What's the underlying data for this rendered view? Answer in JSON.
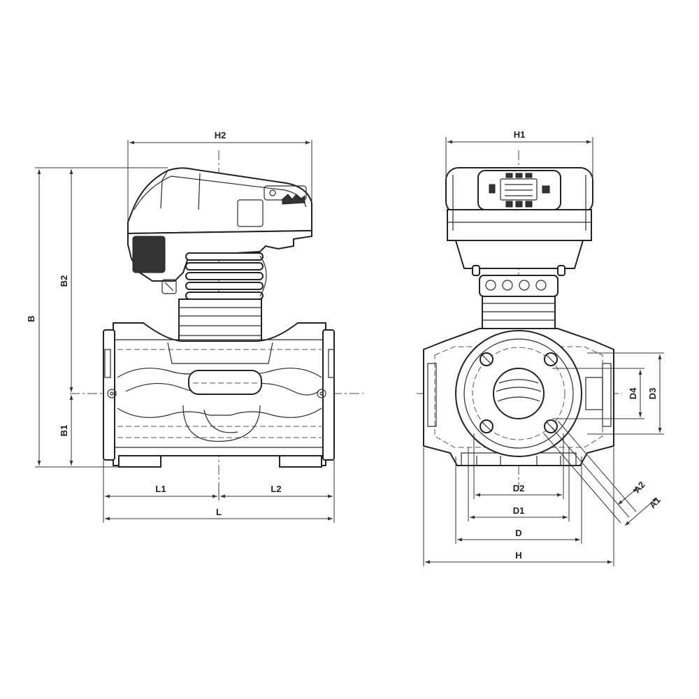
{
  "side_view": {
    "dimensions": {
      "H2": "H2",
      "B": "B",
      "B2": "B2",
      "B1": "B1",
      "L1": "L1",
      "L2": "L2",
      "L": "L"
    }
  },
  "front_view": {
    "dimensions": {
      "H1": "H1",
      "D4": "D4",
      "D3": "D3",
      "D2": "D2",
      "D1": "D1",
      "D": "D",
      "H": "H",
      "A2": "A2",
      "A1": "A1"
    }
  }
}
